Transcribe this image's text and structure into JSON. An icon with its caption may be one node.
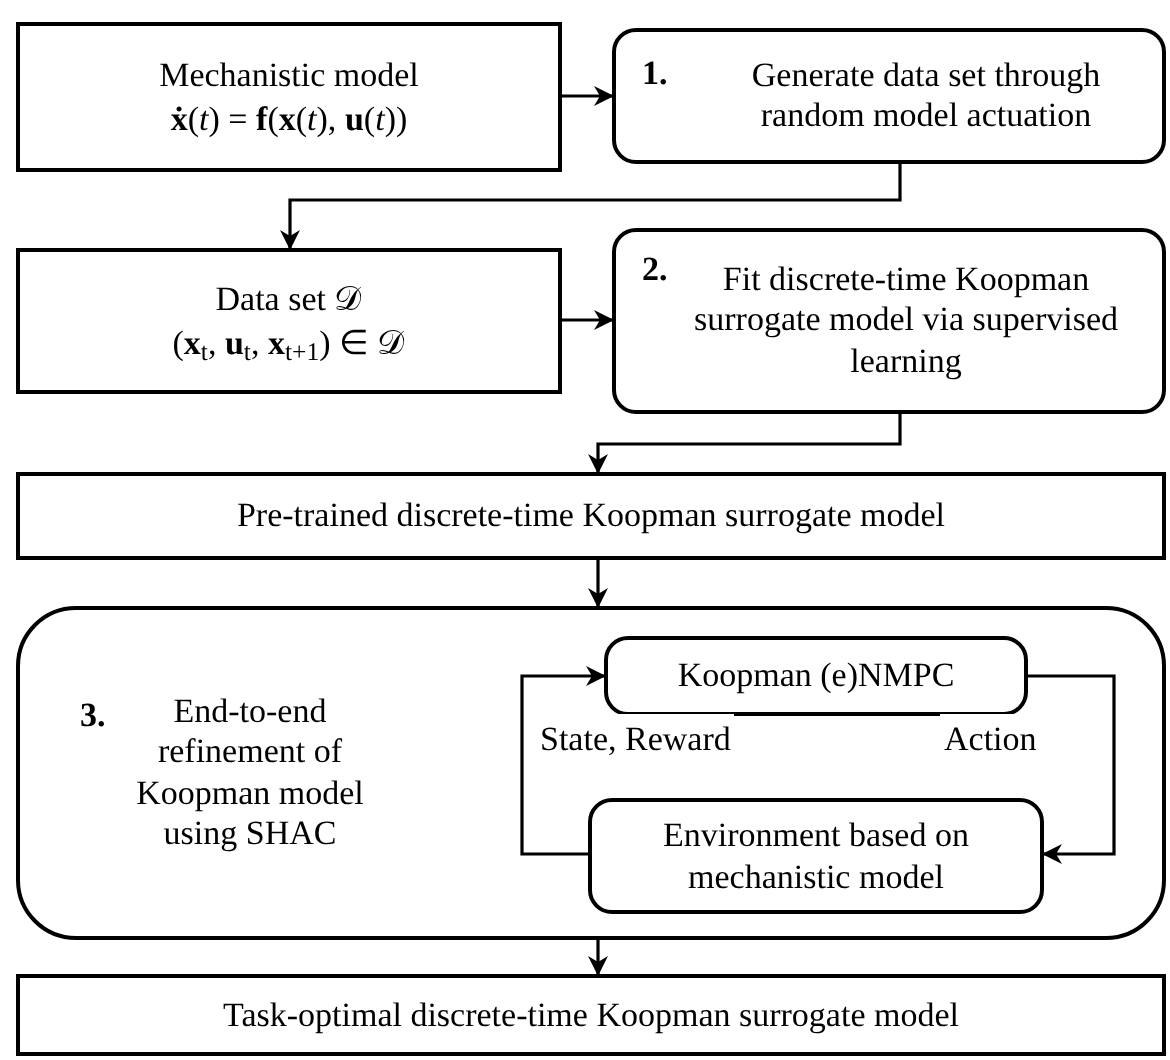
{
  "diagram": {
    "nodes": [
      {
        "text": [
          "Mechanistic model",
          "**ẋ**(*t*) = **f**(**x**(*t*), **u**(*t*))"
        ]
      },
      {
        "text": [
          "1.",
          "Generate data set through random model actuation"
        ]
      },
      {
        "text": [
          "Data set 𝒟",
          "(**x**$_{t}$, **u**$_{t}$, **x**$_{t+1}$) ∈ 𝒟"
        ]
      },
      {
        "text": [
          "2.",
          "Fit discrete-time Koopman surrogate model via supervised learning"
        ]
      },
      {
        "text": [
          "Pre-trained discrete-time Koopman surrogate model"
        ]
      },
      {
        "text": [
          "3.",
          "End-to-end refinement of Koopman model using SHAC"
        ]
      },
      {
        "text": [
          "Koopman (e)NMPC"
        ],
        "in": 5
      },
      {
        "text": [
          "Environment based on mechanistic model"
        ],
        "in": 5
      },
      {
        "text": [
          "Task-optimal discrete-time Koopman surrogate model"
        ]
      }
    ],
    "edges": [
      {
        "from": 0,
        "to": 1,
        "arrow": "to"
      },
      {
        "from": 1,
        "to": 2,
        "arrow": "to"
      },
      {
        "from": 2,
        "to": 3,
        "arrow": "to"
      },
      {
        "from": 3,
        "to": 4,
        "arrow": "to"
      },
      {
        "from": 4,
        "to": 5,
        "arrow": "to"
      },
      {
        "from": 7,
        "to": 6,
        "arrow": "to",
        "label": "State, Reward"
      },
      {
        "from": 6,
        "to": 7,
        "arrow": "to",
        "label": "Action"
      },
      {
        "from": 5,
        "to": 8,
        "arrow": "to"
      }
    ]
  }
}
